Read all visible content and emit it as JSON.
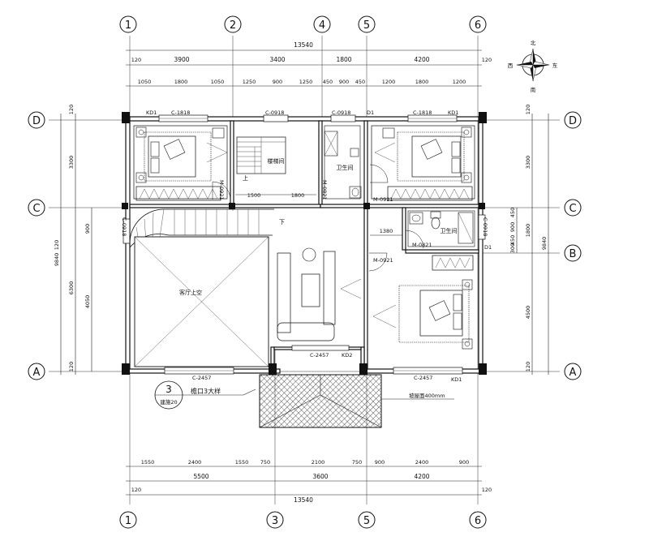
{
  "overall": {
    "width_top": "13540",
    "width_bottom": "13540",
    "left_total": "9840",
    "right_total": "9840"
  },
  "axes_top": [
    "1",
    "2",
    "4",
    "5",
    "6"
  ],
  "axes_bottom": [
    "1",
    "3",
    "5",
    "6"
  ],
  "axes_rows": [
    "D",
    "C",
    "A"
  ],
  "axis_B": "B",
  "dims_top_main": {
    "edge_left": "120",
    "edge_right": "120",
    "d1": "3900",
    "d2": "3400",
    "d3": "1800",
    "d4": "4200"
  },
  "dims_top_fine": [
    "1050",
    "1800",
    "1050",
    "1250",
    "900",
    "1250",
    "450",
    "900",
    "450",
    "1200",
    "1800",
    "1200"
  ],
  "dims_bottom_main": {
    "edge_left": "120",
    "edge_right": "120",
    "d1": "5500",
    "d2": "3600",
    "d3": "4200"
  },
  "dims_bottom_fine": [
    "1550",
    "2400",
    "1550",
    "750",
    "2100",
    "750",
    "900",
    "2400",
    "900"
  ],
  "dims_left": {
    "top": "120",
    "a": "3300",
    "b": "6300",
    "bottom": "120",
    "f1": "900",
    "f2": "4050"
  },
  "dims_right": {
    "top": "120",
    "a": "3300",
    "b": "1800",
    "c": "4500",
    "bottom": "120",
    "f1": "450",
    "f2": "900",
    "f3": "450",
    "f4": "600",
    "f5": "300"
  },
  "inner_dims": {
    "a": "1500",
    "b": "1800",
    "c": "1380"
  },
  "windows": [
    "C-1818",
    "C-0918",
    "C-0918",
    "C-1818",
    "C-0918",
    "C-0918",
    "C-2457",
    "C-2457",
    "C-2457"
  ],
  "doors": [
    "M-0921",
    "M-0821",
    "M-0921",
    "M-0821",
    "M-0921"
  ],
  "tags": [
    "KD1",
    "KD1",
    "D1",
    "D1",
    "KD2",
    "KD1"
  ],
  "rooms": {
    "stair": "楼梯间",
    "bath1": "卫生间",
    "bath2": "卫生间",
    "void": "客厅上空",
    "up": "上",
    "down": "下"
  },
  "notes": {
    "eave": "檐口3大样",
    "ref_num": "3",
    "ref_sheet": "建施20",
    "slope": "坡屋面400mm"
  },
  "compass": {
    "north": "北",
    "south": "南",
    "east": "东",
    "west": "西"
  }
}
